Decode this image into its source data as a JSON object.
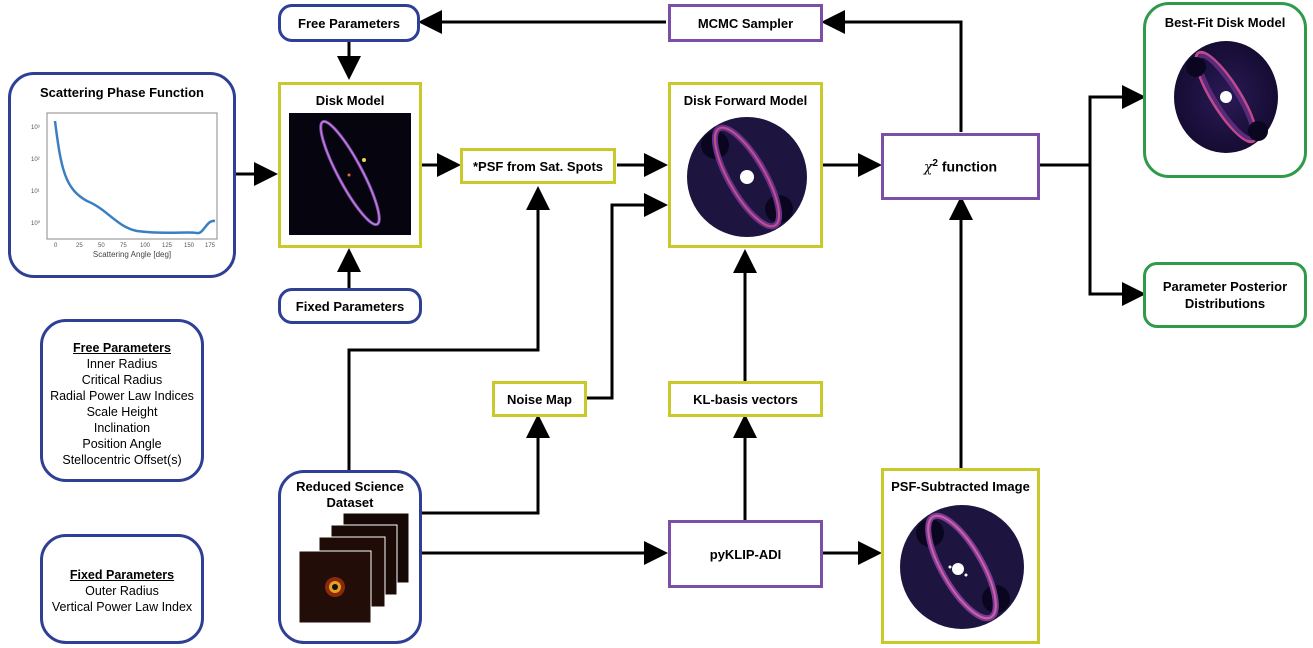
{
  "nodes": {
    "free_params": "Free Parameters",
    "mcmc": "MCMC Sampler",
    "best_fit": "Best-Fit Disk Model",
    "spf_title": "Scattering Phase Function",
    "spf_xlabel": "Scattering Angle [deg]",
    "disk_model": "Disk Model",
    "psf_spots": "*PSF from Sat. Spots",
    "forward_model": "Disk Forward Model",
    "chi2_symbol": "χ",
    "chi2_sup": "2",
    "chi2_rest": " function",
    "fixed_params": "Fixed Parameters",
    "posterior_line1": "Parameter Posterior",
    "posterior_line2": "Distributions",
    "noise_map": "Noise Map",
    "kl_basis": "KL-basis vectors",
    "reduced_line1": "Reduced Science",
    "reduced_line2": "Dataset",
    "pyklip": "pyKLIP-ADI",
    "psf_sub": "PSF-Subtracted Image"
  },
  "free_list": {
    "header": "Free Parameters",
    "items": [
      "Inner Radius",
      "Critical Radius",
      "Radial Power Law Indices",
      "Scale Height",
      "Inclination",
      "Position Angle",
      "Stellocentric Offset(s)"
    ]
  },
  "fixed_list": {
    "header": "Fixed Parameters",
    "items": [
      "Outer Radius",
      "Vertical Power Law Index"
    ]
  },
  "spf_plot": {
    "x_ticks": [
      "0",
      "25",
      "50",
      "75",
      "100",
      "125",
      "150",
      "175"
    ],
    "y_ticks": [
      "10³",
      "10²",
      "10¹",
      "10⁰"
    ]
  },
  "colors": {
    "blue": "#2e3f94",
    "yellow": "#c9c92c",
    "purple": "#7b4fa8",
    "green": "#2e9a4a",
    "curve": "#3a7fc1"
  }
}
